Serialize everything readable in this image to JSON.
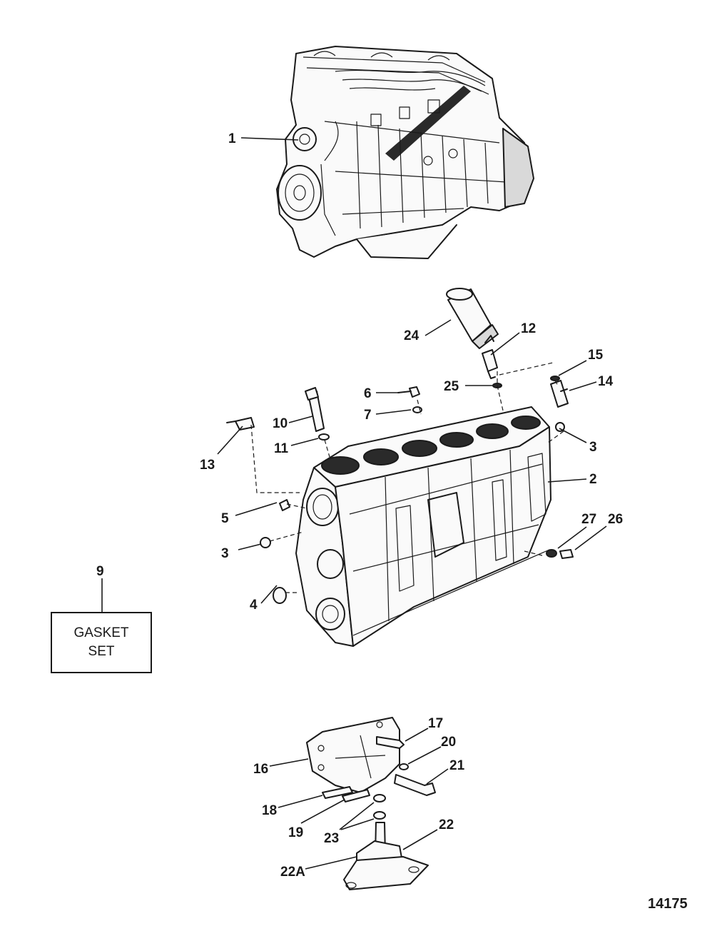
{
  "callouts": {
    "c1": "1",
    "c2": "2",
    "c3a": "3",
    "c3b": "3",
    "c4": "4",
    "c5": "5",
    "c6": "6",
    "c7": "7",
    "c9": "9",
    "c10": "10",
    "c11": "11",
    "c12": "12",
    "c13": "13",
    "c14": "14",
    "c15": "15",
    "c16": "16",
    "c17": "17",
    "c18": "18",
    "c19": "19",
    "c20": "20",
    "c21": "21",
    "c22": "22",
    "c22a": "22A",
    "c23": "23",
    "c24": "24",
    "c25": "25",
    "c26": "26",
    "c27": "27"
  },
  "gasket_box": {
    "line1": "GASKET",
    "line2": "SET"
  },
  "figure_number": "14175"
}
